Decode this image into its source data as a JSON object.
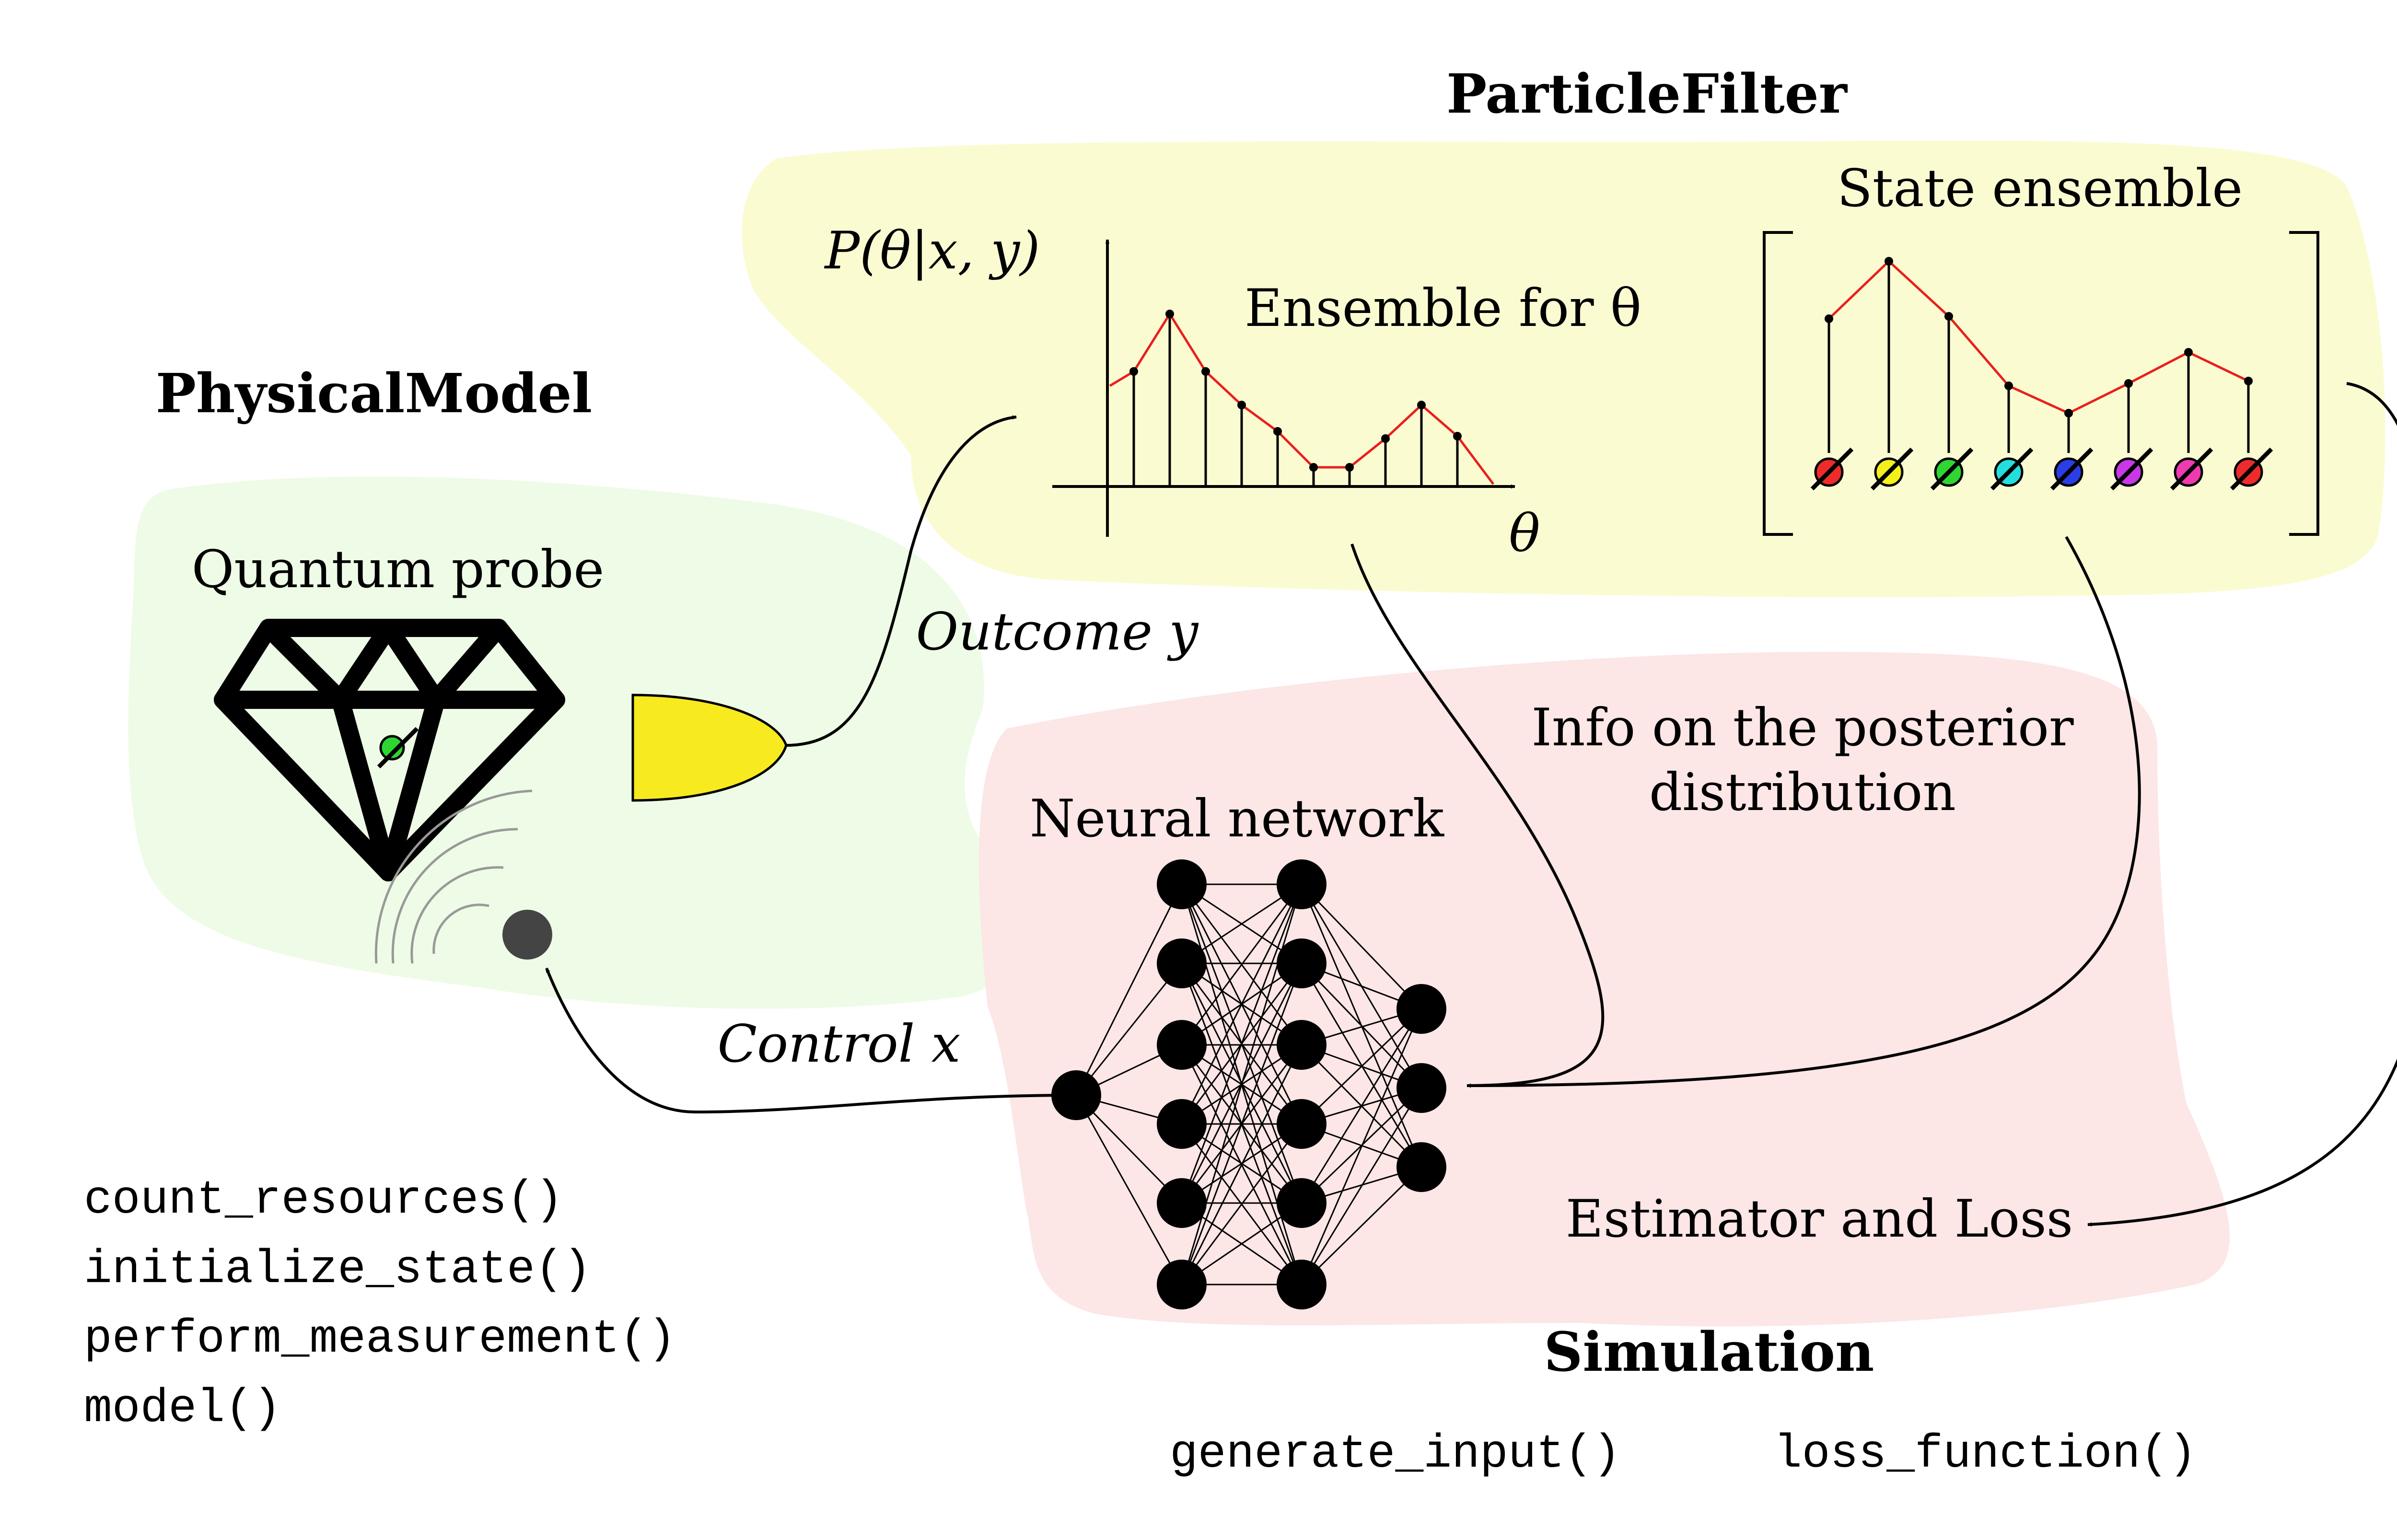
{
  "titles": {
    "physical_model": "PhysicalModel",
    "particle_filter": "ParticleFilter",
    "simulation": "Simulation"
  },
  "labels": {
    "quantum_probe": "Quantum probe",
    "outcome": "Outcome y",
    "control": "Control x",
    "posterior_axis": "P(θ|x, y)",
    "theta_axis": "θ",
    "ensemble_for": "Ensemble for θ",
    "state_ensemble": "State ensemble",
    "info_line1": "Info on the posterior",
    "info_line2": "distribution",
    "neural_network": "Neural network",
    "estimator_loss": "Estimator and Loss"
  },
  "methods": {
    "physical_model": [
      "count_resources()",
      "initialize_state()",
      "perform_measurement()",
      "model()"
    ],
    "simulation": [
      "generate_input()",
      "loss_function()"
    ]
  },
  "colors": {
    "physical_bg": "#eefbe6",
    "particle_bg": "#fbfbd2",
    "simulation_bg": "#fce6e6",
    "detector": "#f7ea1f",
    "curve": "#e8201c",
    "spins": [
      "#ee2b2b",
      "#f3f01c",
      "#2fd632",
      "#24dede",
      "#2a3ee6",
      "#c838e6",
      "#ee3bb0",
      "#ee2b2b"
    ]
  },
  "icons": [
    "diamond-icon",
    "spin-icon",
    "detector-icon",
    "control-source-icon",
    "neural-network-icon"
  ]
}
